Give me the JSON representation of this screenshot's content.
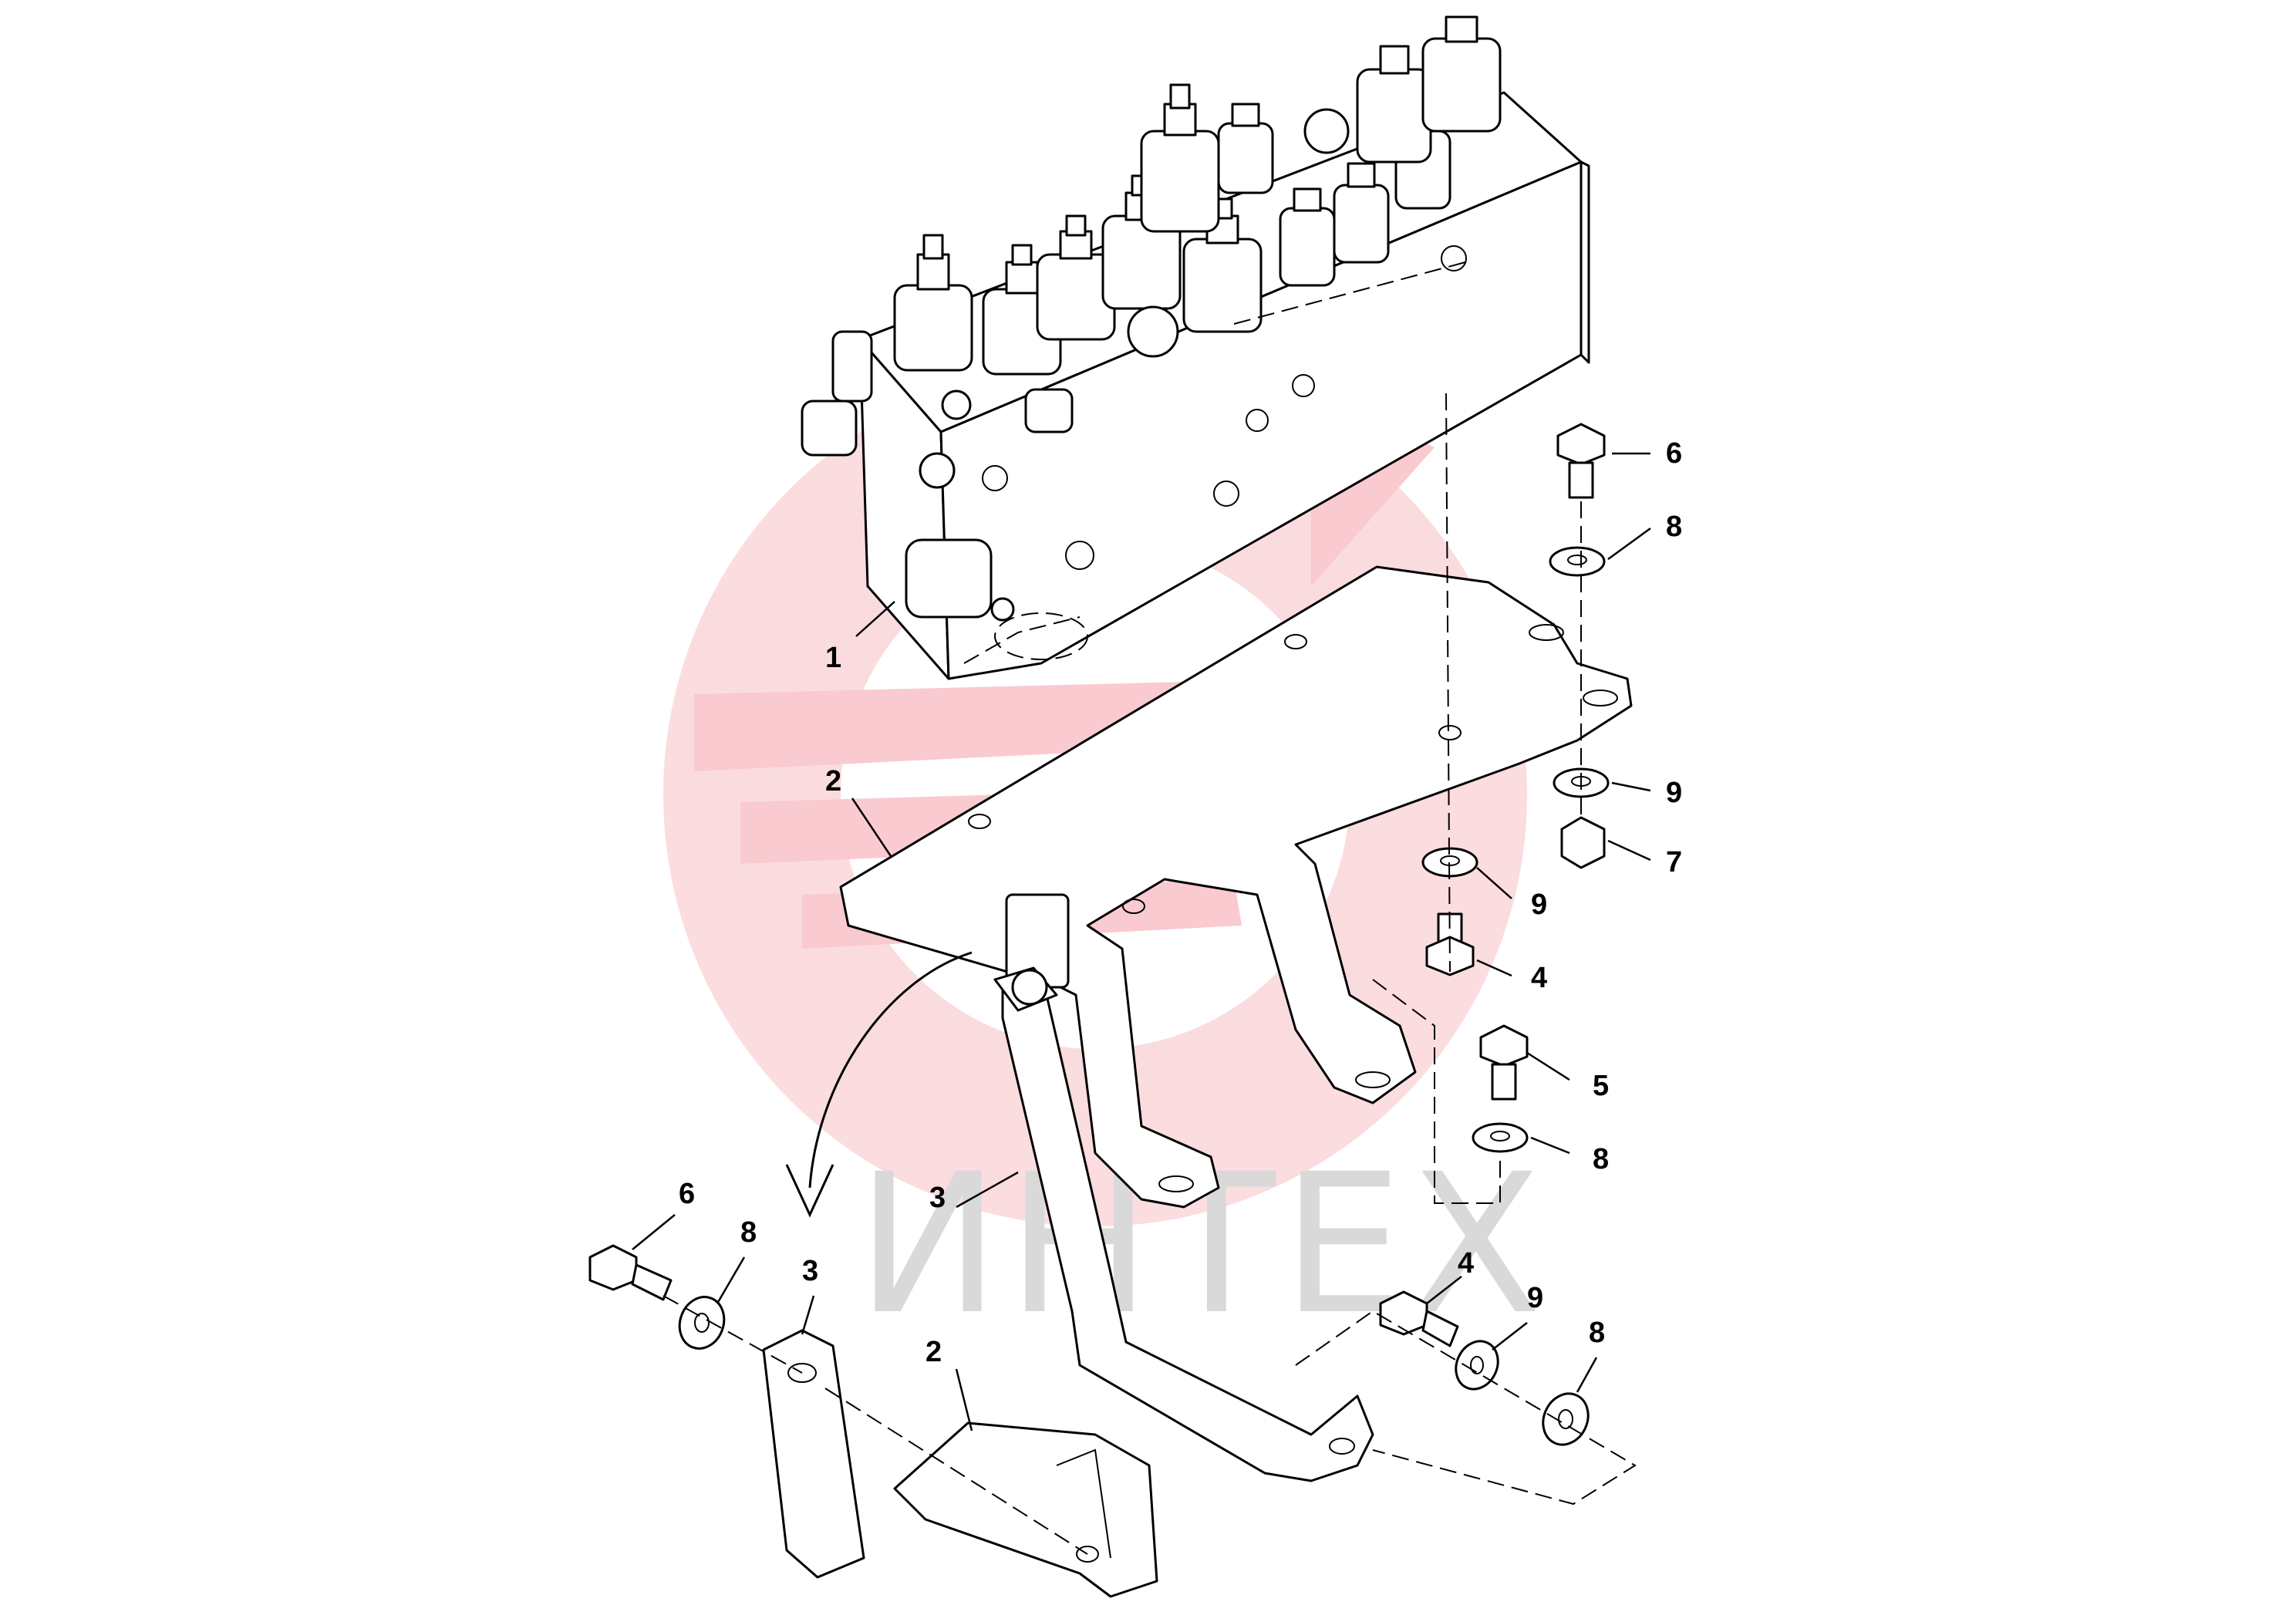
{
  "watermark": {
    "text": "ИНТЕХ",
    "text_color": "#d9d9d9",
    "logo_color": "#f5a0a8"
  },
  "callouts": [
    {
      "id": "c1",
      "label": "1"
    },
    {
      "id": "c2a",
      "label": "2"
    },
    {
      "id": "c2b",
      "label": "2"
    },
    {
      "id": "c3a",
      "label": "3"
    },
    {
      "id": "c3b",
      "label": "3"
    },
    {
      "id": "c4a",
      "label": "4"
    },
    {
      "id": "c4b",
      "label": "4"
    },
    {
      "id": "c5",
      "label": "5"
    },
    {
      "id": "c6a",
      "label": "6"
    },
    {
      "id": "c6b",
      "label": "6"
    },
    {
      "id": "c7",
      "label": "7"
    },
    {
      "id": "c8a",
      "label": "8"
    },
    {
      "id": "c8b",
      "label": "8"
    },
    {
      "id": "c8c",
      "label": "8"
    },
    {
      "id": "c8d",
      "label": "8"
    },
    {
      "id": "c9a",
      "label": "9"
    },
    {
      "id": "c9b",
      "label": "9"
    },
    {
      "id": "c9c",
      "label": "9"
    }
  ]
}
